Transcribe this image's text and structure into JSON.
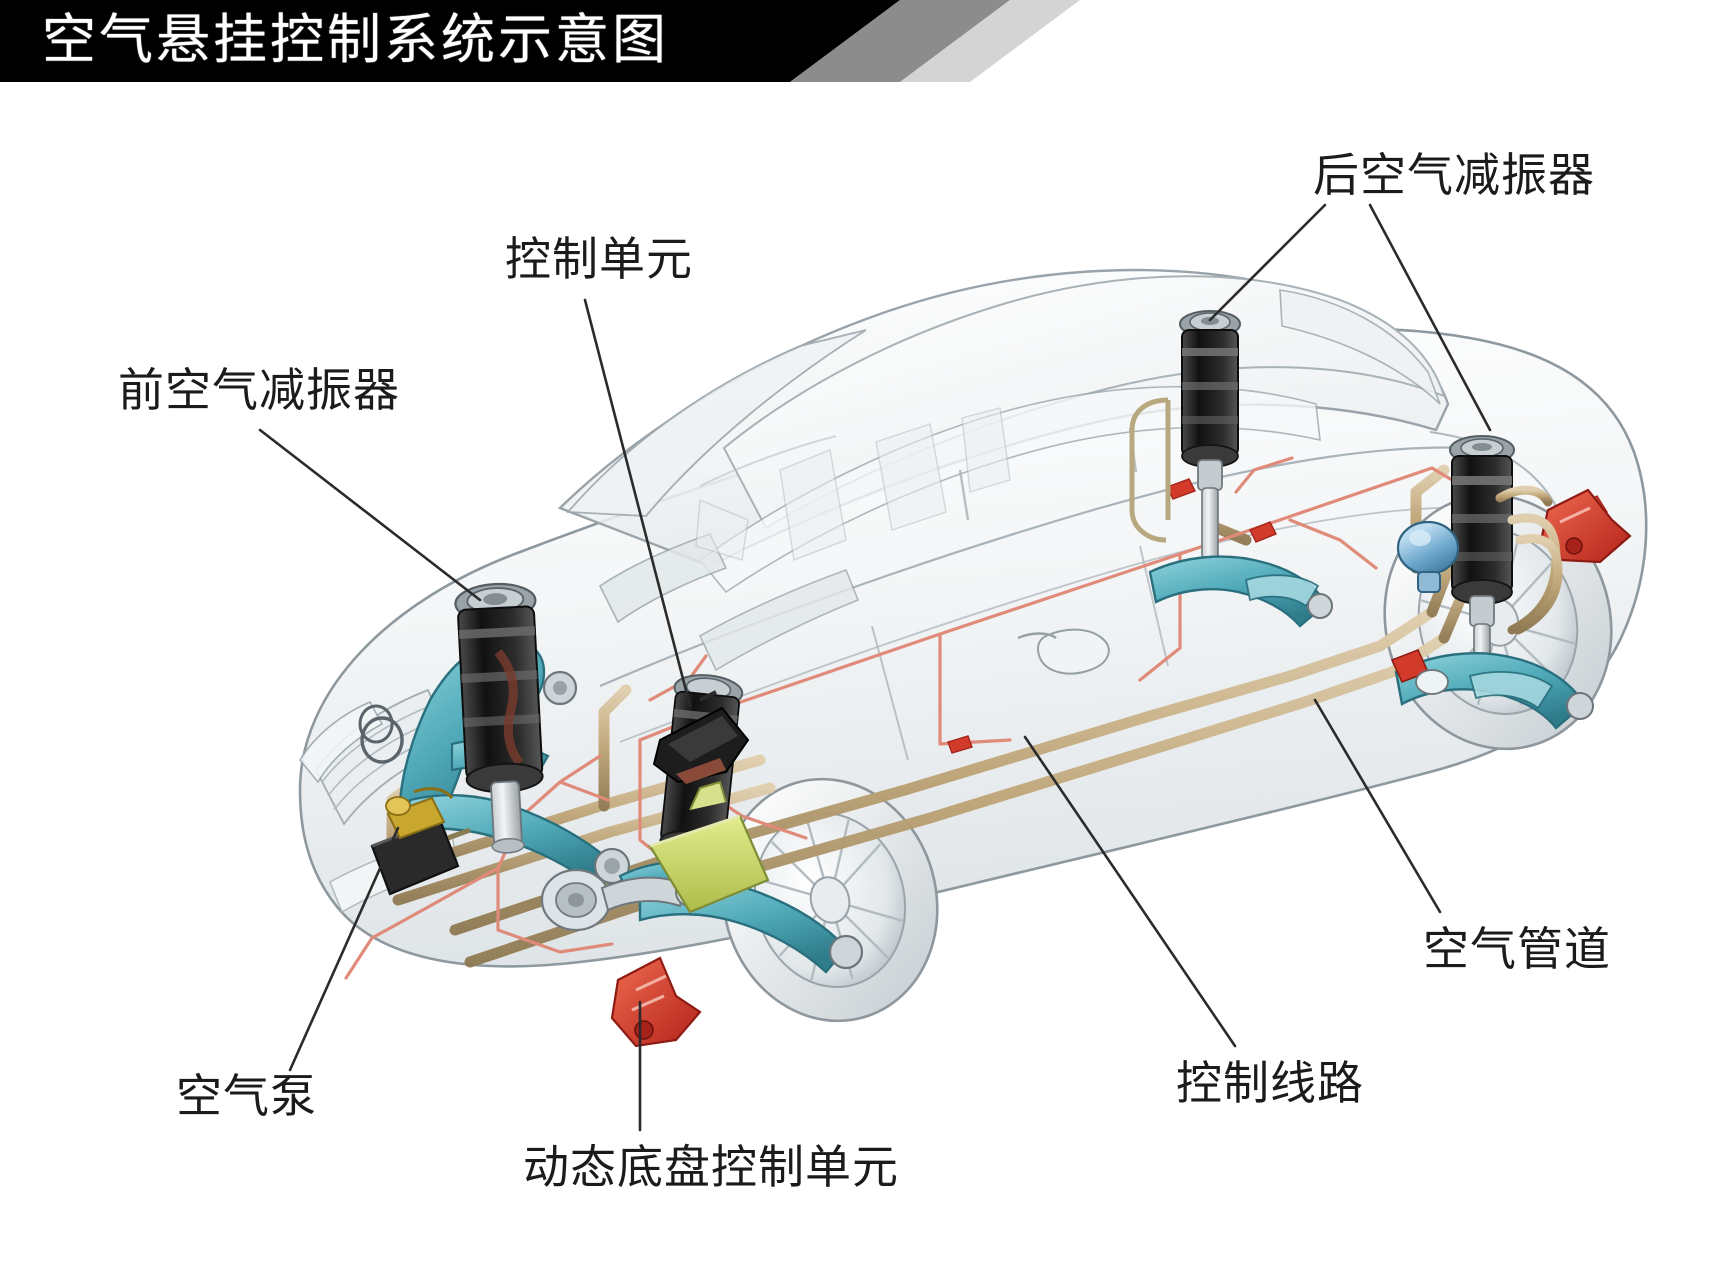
{
  "banner": {
    "title": "空气悬挂控制系统示意图",
    "bg_color": "#000000",
    "text_color": "#ffffff",
    "stripe_mid_color": "#8c8c8c",
    "stripe_light_color": "#d4d4d4"
  },
  "labels": {
    "rear_damper": "后空气减振器",
    "control_unit": "控制单元",
    "front_damper": "前空气减振器",
    "air_line": "空气管道",
    "control_wiring": "控制线路",
    "air_pump": "空气泵",
    "dynamic_chassis_unit": "动态底盘控制单元"
  },
  "diagram": {
    "subject": "air-suspension-control-system-cutaway-sedan",
    "body_color": "#f2f4f5",
    "body_outline_color": "#7e8a90",
    "leader_line_color": "#2b2b2b",
    "air_line_color": "#c4ab82",
    "control_wire_color": "#e08b7a",
    "suspension_arm_color": "#59b2c0",
    "damper_color": "#1f1f1f",
    "actuator_red_color": "#d23a2a",
    "reservoir_green_color": "#cdd96a",
    "pump_gold_color": "#c9a62e",
    "sensor_blue_color": "#6fa8cf",
    "components": [
      {
        "name": "前空气减振器",
        "role": "front air damper",
        "count": 2
      },
      {
        "name": "后空气减振器",
        "role": "rear air damper",
        "count": 2
      },
      {
        "name": "控制单元",
        "role": "control unit",
        "count": 1
      },
      {
        "name": "动态底盘控制单元",
        "role": "dynamic chassis control unit",
        "count": 1
      },
      {
        "name": "空气泵",
        "role": "air pump / compressor",
        "count": 1
      },
      {
        "name": "空气管道",
        "role": "air lines routed along chassis",
        "count": 1
      },
      {
        "name": "控制线路",
        "role": "control wiring harness",
        "count": 1
      }
    ]
  }
}
